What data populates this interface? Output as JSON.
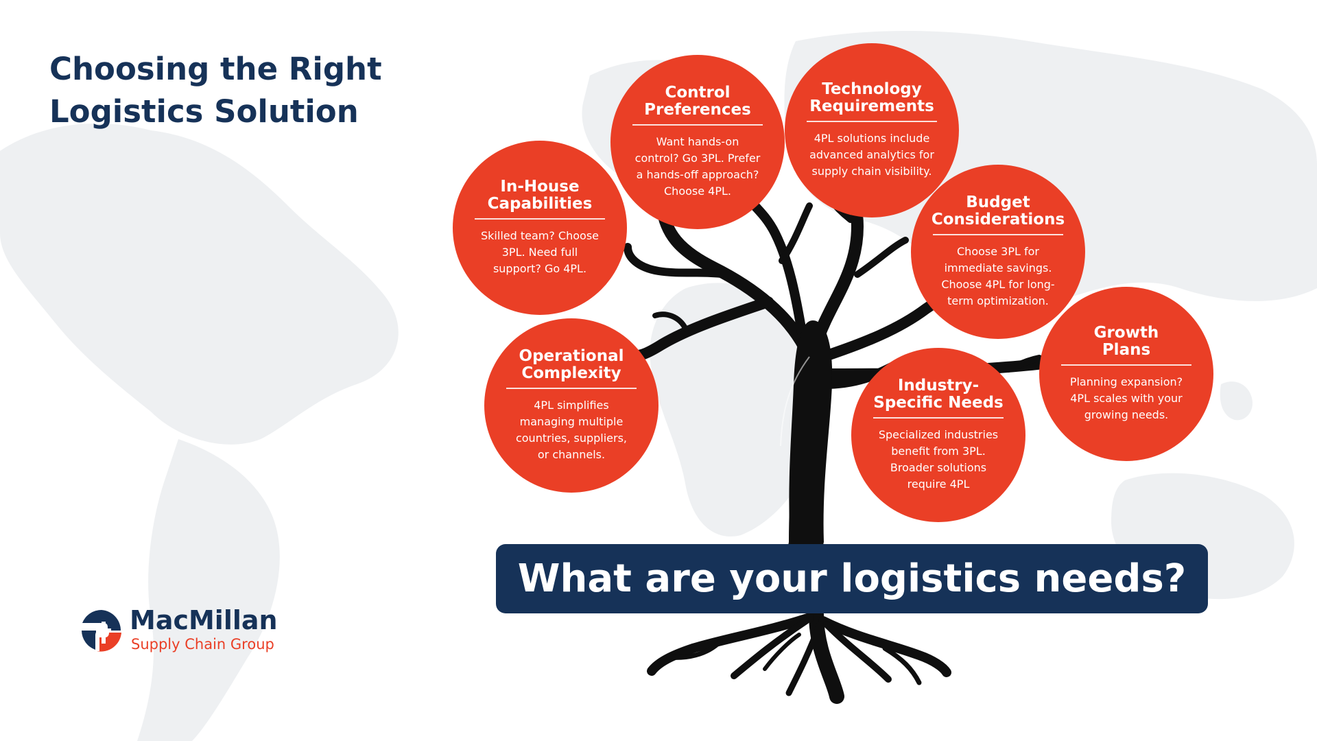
{
  "colors": {
    "accent": "#ea3f26",
    "navy": "#163258",
    "tree": "#0f0f0f",
    "map": "#eef0f2",
    "background": "#ffffff"
  },
  "title": {
    "line1": "Choosing the Right",
    "line2": "Logistics Solution"
  },
  "bubbles": {
    "control_preferences": {
      "title_lines": [
        "Control",
        "Preferences"
      ],
      "body_lines": [
        "Want hands-on",
        "control? Go 3PL. Prefer",
        "a hands-off approach?",
        "Choose 4PL."
      ]
    },
    "technology_requirements": {
      "title_lines": [
        "Technology",
        "Requirements"
      ],
      "body_lines": [
        "4PL solutions include",
        "advanced analytics for",
        "supply chain visibility."
      ]
    },
    "in_house_capabilities": {
      "title_lines": [
        "In-House",
        "Capabilities"
      ],
      "body_lines": [
        "Skilled team? Choose",
        "3PL. Need full",
        "support? Go 4PL."
      ]
    },
    "budget_considerations": {
      "title_lines": [
        "Budget",
        "Considerations"
      ],
      "body_lines": [
        "Choose 3PL for",
        "immediate savings.",
        "Choose 4PL for long-",
        "term optimization."
      ]
    },
    "operational_complexity": {
      "title_lines": [
        "Operational",
        "Complexity"
      ],
      "body_lines": [
        "4PL simplifies",
        "managing multiple",
        "countries, suppliers,",
        "or channels."
      ]
    },
    "growth_plans": {
      "title_lines": [
        "Growth",
        "Plans"
      ],
      "body_lines": [
        "Planning expansion?",
        "4PL scales with your",
        "growing needs."
      ]
    },
    "industry_specific_needs": {
      "title_lines": [
        "Industry-",
        "Specific Needs"
      ],
      "body_lines": [
        "Specialized industries",
        "benefit from 3PL.",
        "Broader solutions",
        "require 4PL"
      ]
    }
  },
  "question": "What are your logistics needs?",
  "logo": {
    "name": "MacMillan",
    "tagline": "Supply Chain Group",
    "icon": "macmillan-logo-icon"
  },
  "icons": {
    "tree": "tree-illustration",
    "background": "world-map-background"
  }
}
